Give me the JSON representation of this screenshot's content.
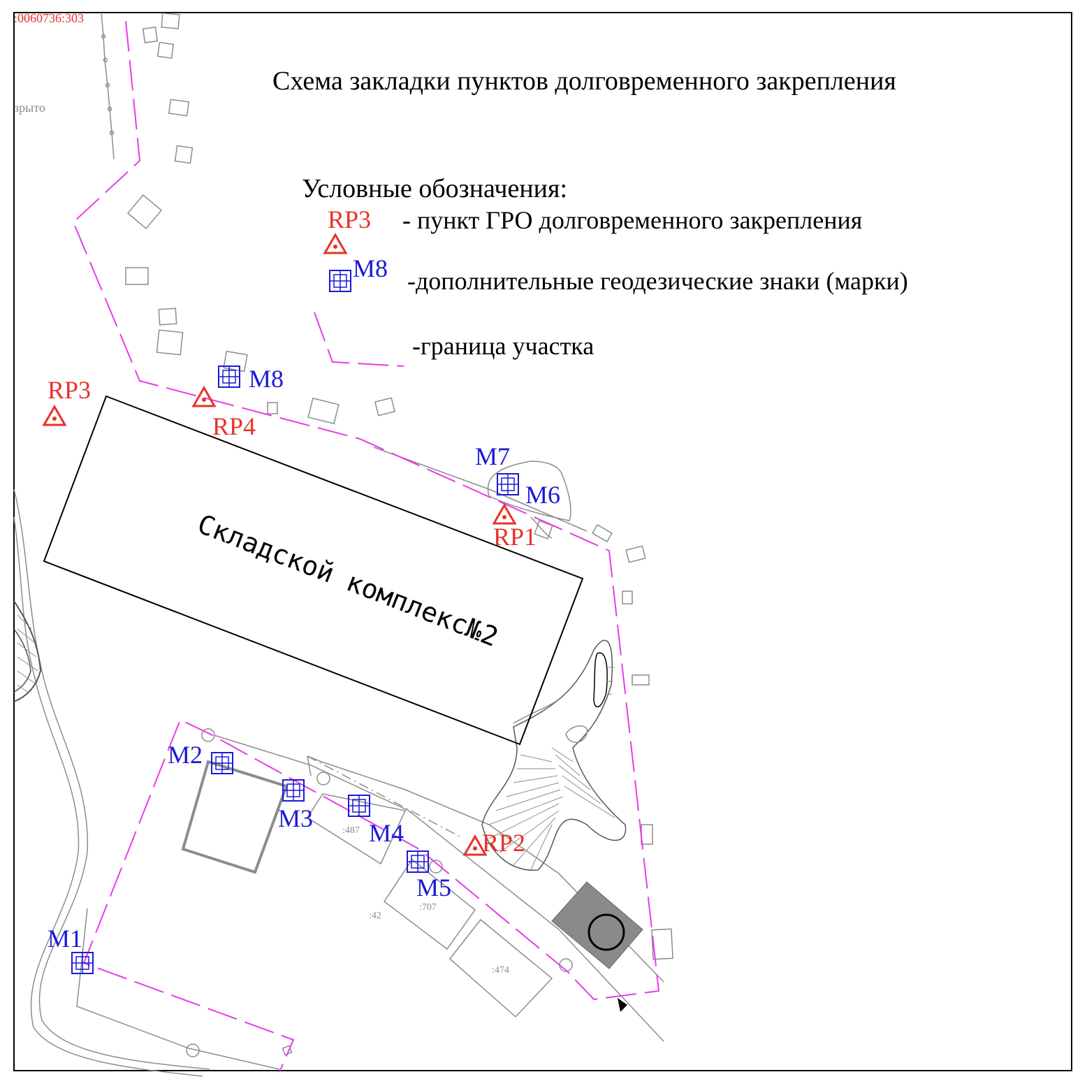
{
  "header": {
    "cadastral_number": ":0060736:303",
    "side_note": "зрыто"
  },
  "title": "Схема закладки пунктов долговременного закрепления",
  "legend": {
    "heading": "Условные обозначения:",
    "items": [
      {
        "symbol_label": "RP3",
        "text": "- пункт ГРО долговременного закрепления"
      },
      {
        "symbol_label": "M8",
        "text": "-дополнительные геодезические знаки (марки)"
      },
      {
        "symbol_label": "",
        "text": "-граница участка"
      }
    ]
  },
  "building": {
    "label": "Складской комплекс№2"
  },
  "rp_points": [
    {
      "label": "RP3"
    },
    {
      "label": "RP4"
    },
    {
      "label": "RP1"
    },
    {
      "label": "RP2"
    }
  ],
  "markers": [
    {
      "label": "M8"
    },
    {
      "label": "M7"
    },
    {
      "label": "M6"
    },
    {
      "label": "M2"
    },
    {
      "label": "M3"
    },
    {
      "label": "M4"
    },
    {
      "label": "M5"
    },
    {
      "label": "M1"
    }
  ],
  "parcel_labels": [
    ":487",
    ":707",
    ":42",
    ":474"
  ],
  "colors": {
    "rp": "#e8322a",
    "marker": "#1a1ad6",
    "boundary": "#e83ce8",
    "building": "#000000",
    "topo": "#8c8c8c"
  },
  "icons": {
    "rp": "triangle-dot-icon",
    "marker": "square-crosshair-icon",
    "arrow": "direction-arrow-icon"
  }
}
